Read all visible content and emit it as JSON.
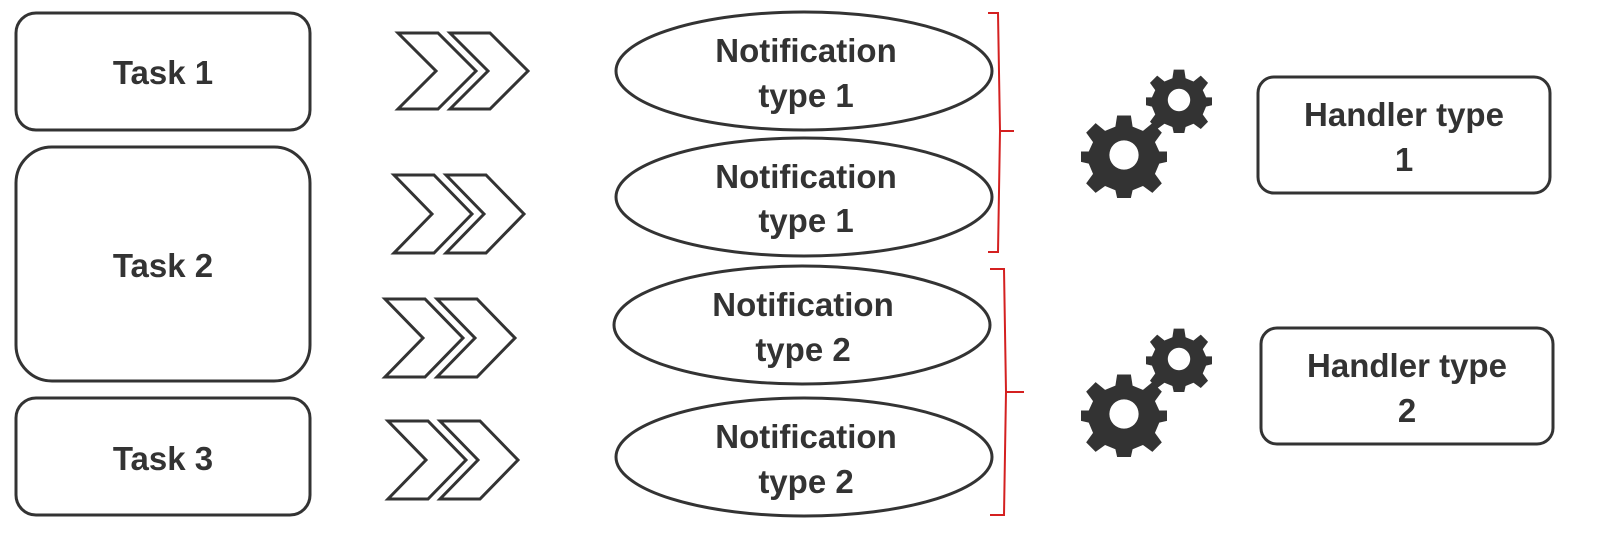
{
  "tasks": [
    {
      "label": "Task 1"
    },
    {
      "label": "Task 2"
    },
    {
      "label": "Task 3"
    }
  ],
  "notifications": [
    {
      "line1": "Notification",
      "line2": "type 1"
    },
    {
      "line1": "Notification",
      "line2": "type 1"
    },
    {
      "line1": "Notification",
      "line2": "type 2"
    },
    {
      "line1": "Notification",
      "line2": "type 2"
    }
  ],
  "handlers": [
    {
      "line1": "Handler type",
      "line2": "1"
    },
    {
      "line1": "Handler type",
      "line2": "2"
    }
  ],
  "icons": {
    "arrow": "double-chevron-right-icon",
    "handler": "gears-icon"
  },
  "colors": {
    "stroke": "#333333",
    "text": "#333333",
    "brace": "#d42020",
    "gear": "#333333"
  }
}
